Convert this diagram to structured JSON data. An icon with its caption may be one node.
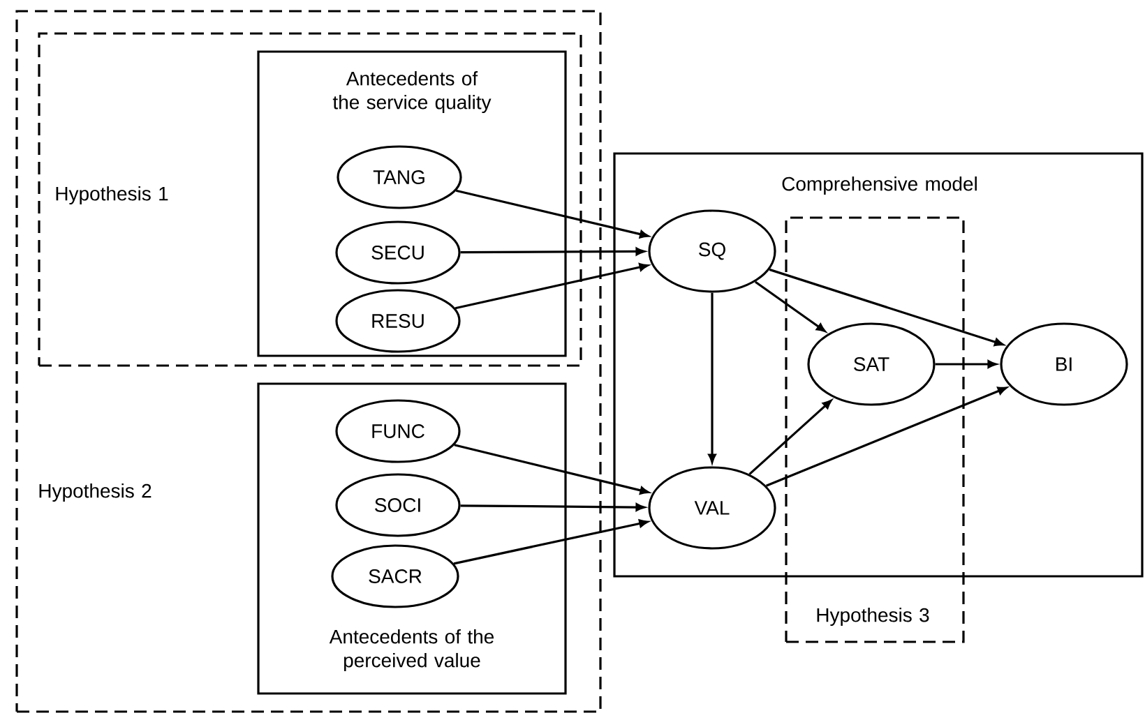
{
  "diagram": {
    "nodes": [
      {
        "text": [
          "Hypothesis 2"
        ]
      },
      {
        "text": [
          "Hypothesis 1"
        ],
        "in": 0
      },
      {
        "text": [
          "Antecedents of the service quality"
        ],
        "in": 1
      },
      {
        "text": [
          "TANG"
        ],
        "in": 2
      },
      {
        "text": [
          "SECU"
        ],
        "in": 2
      },
      {
        "text": [
          "RESU"
        ],
        "in": 2
      },
      {
        "text": [
          "Antecedents of the perceived value"
        ],
        "in": 0
      },
      {
        "text": [
          "FUNC"
        ],
        "in": 6
      },
      {
        "text": [
          "SOCI"
        ],
        "in": 6
      },
      {
        "text": [
          "SACR"
        ],
        "in": 6
      },
      {
        "text": [
          "Comprehensive model"
        ]
      },
      {
        "text": [
          "SQ"
        ],
        "in": 10
      },
      {
        "text": [
          "VAL"
        ],
        "in": 10
      },
      {
        "text": [
          "Hypothesis 3"
        ]
      },
      {
        "text": [
          "SAT"
        ],
        "in": 13
      },
      {
        "text": [
          "BI"
        ],
        "in": 10
      }
    ],
    "edges": [
      {
        "from": 3,
        "to": 11,
        "arrow": "to"
      },
      {
        "from": 4,
        "to": 11,
        "arrow": "to"
      },
      {
        "from": 5,
        "to": 11,
        "arrow": "to"
      },
      {
        "from": 7,
        "to": 12,
        "arrow": "to"
      },
      {
        "from": 8,
        "to": 12,
        "arrow": "to"
      },
      {
        "from": 9,
        "to": 12,
        "arrow": "to"
      },
      {
        "from": 11,
        "to": 12,
        "arrow": "to"
      },
      {
        "from": 11,
        "to": 14,
        "arrow": "to"
      },
      {
        "from": 11,
        "to": 15,
        "arrow": "to"
      },
      {
        "from": 12,
        "to": 14,
        "arrow": "to"
      },
      {
        "from": 12,
        "to": 15,
        "arrow": "to"
      },
      {
        "from": 14,
        "to": 15,
        "arrow": "to"
      }
    ]
  }
}
